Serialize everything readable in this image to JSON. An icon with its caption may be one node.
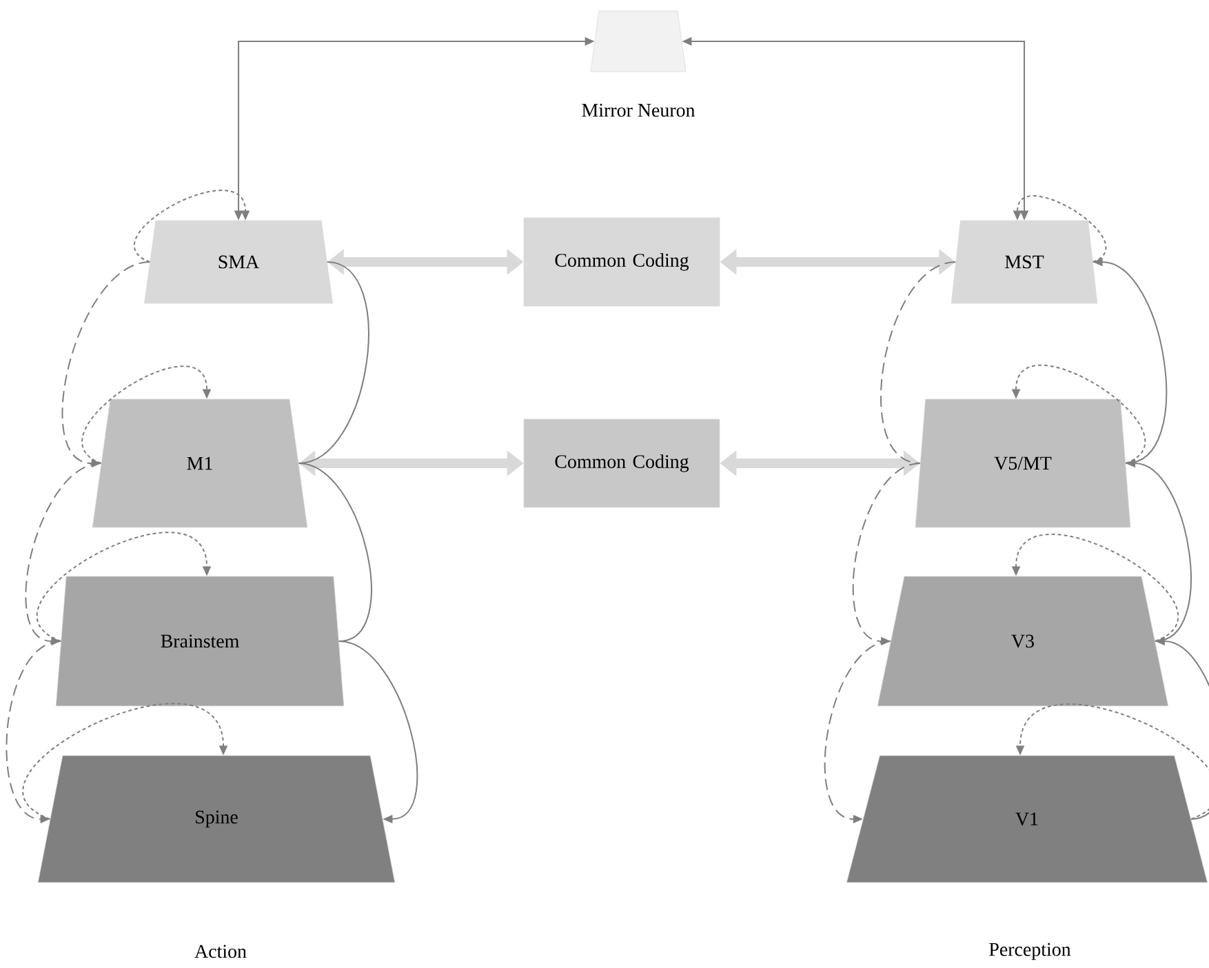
{
  "diagram": {
    "nodes": [
      {
        "text": [
          "Mirror Neuron"
        ]
      },
      {
        "text": [
          "SMA"
        ]
      },
      {
        "text": [
          "Common Coding"
        ]
      },
      {
        "text": [
          "MST"
        ]
      },
      {
        "text": [
          "M1"
        ]
      },
      {
        "text": [
          "Common Coding"
        ]
      },
      {
        "text": [
          "V5/MT"
        ]
      },
      {
        "text": [
          "Brainstem"
        ]
      },
      {
        "text": [
          "V3"
        ]
      },
      {
        "text": [
          "Spine"
        ]
      },
      {
        "text": [
          "V1"
        ]
      }
    ],
    "edges": [
      {
        "from": 0,
        "to": 1,
        "arrow": "both"
      },
      {
        "from": 0,
        "to": 3,
        "arrow": "both"
      },
      {
        "from": 1,
        "to": 2,
        "arrow": "both",
        "style": "thick",
        "color": "#d9d9d9"
      },
      {
        "from": 2,
        "to": 3,
        "arrow": "both",
        "style": "thick",
        "color": "#d9d9d9"
      },
      {
        "from": 4,
        "to": 5,
        "arrow": "both",
        "style": "thick",
        "color": "#d9d9d9"
      },
      {
        "from": 5,
        "to": 6,
        "arrow": "both",
        "style": "thick",
        "color": "#d9d9d9"
      },
      {
        "from": 1,
        "to": 1,
        "arrow": "to",
        "style": "dashed"
      },
      {
        "from": 4,
        "to": 4,
        "arrow": "to",
        "style": "dashed"
      },
      {
        "from": 7,
        "to": 7,
        "arrow": "to",
        "style": "dashed"
      },
      {
        "from": 9,
        "to": 9,
        "arrow": "to",
        "style": "dashed"
      },
      {
        "from": 3,
        "to": 3,
        "arrow": "to",
        "style": "dashed"
      },
      {
        "from": 6,
        "to": 6,
        "arrow": "to",
        "style": "dashed"
      },
      {
        "from": 8,
        "to": 8,
        "arrow": "to",
        "style": "dashed"
      },
      {
        "from": 10,
        "to": 10,
        "arrow": "to",
        "style": "dashed"
      },
      {
        "from": 1,
        "to": 4,
        "arrow": "to",
        "style": "dashed"
      },
      {
        "from": 4,
        "to": 7,
        "arrow": "to",
        "style": "dashed"
      },
      {
        "from": 7,
        "to": 9,
        "arrow": "to",
        "style": "dashed"
      },
      {
        "from": 1,
        "to": 4,
        "arrow": "none"
      },
      {
        "from": 4,
        "to": 7,
        "arrow": "none"
      },
      {
        "from": 7,
        "to": 9,
        "arrow": "to"
      },
      {
        "from": 3,
        "to": 6,
        "arrow": "none",
        "style": "dashed"
      },
      {
        "from": 6,
        "to": 8,
        "arrow": "to",
        "style": "dashed"
      },
      {
        "from": 8,
        "to": 10,
        "arrow": "to",
        "style": "dashed"
      },
      {
        "from": 6,
        "to": 3,
        "arrow": "to"
      },
      {
        "from": 8,
        "to": 6,
        "arrow": "to"
      },
      {
        "from": 10,
        "to": 8,
        "arrow": "to"
      }
    ],
    "labels": [
      "Action",
      "Perception"
    ]
  }
}
